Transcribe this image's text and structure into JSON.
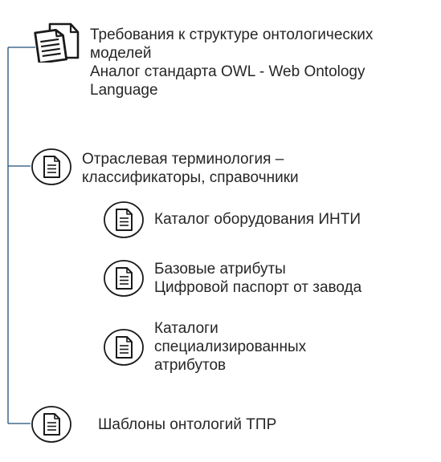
{
  "diagram": {
    "accent_color": "#1f4e79",
    "icon_color": "#1a1a1a",
    "text_color": "#262626",
    "nodes": {
      "ontology_requirements": {
        "icon": "documents-icon",
        "lines": [
          "Требования к структуре онтологических",
          "моделей",
          "Аналог стандарта OWL - Web Ontology",
          "Language"
        ]
      },
      "industry_terminology": {
        "icon": "document-icon",
        "lines": [
          "Отраслевая терминология –",
          "классификаторы, справочники"
        ]
      },
      "equipment_catalog": {
        "icon": "document-icon",
        "lines": [
          "Каталог оборудования ИНТИ"
        ]
      },
      "base_attributes": {
        "icon": "document-icon",
        "lines": [
          "Базовые атрибуты",
          "Цифровой паспорт от завода"
        ]
      },
      "specialized_catalogs": {
        "icon": "document-icon",
        "lines": [
          "Каталоги",
          "специализированных",
          "атрибутов"
        ]
      },
      "ontology_templates": {
        "icon": "document-icon",
        "lines": [
          "Шаблоны онтологий ТПР"
        ]
      }
    }
  }
}
